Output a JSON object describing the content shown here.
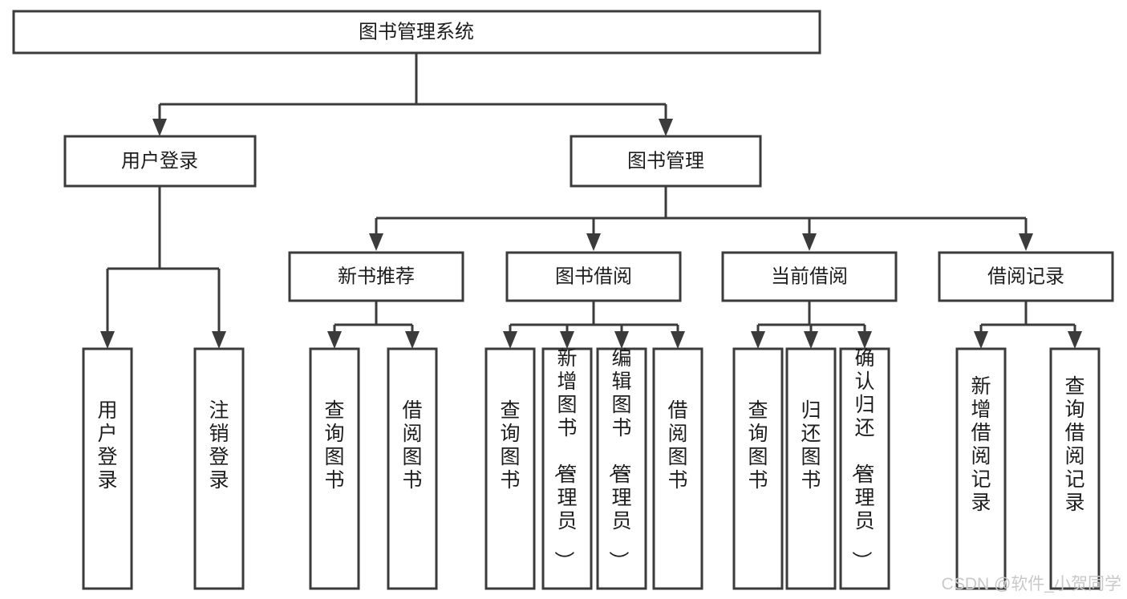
{
  "diagram": {
    "title": "图书管理系统",
    "type": "tree-hierarchy-chart",
    "root": {
      "label": "图书管理系统"
    },
    "level2": [
      {
        "label": "用户登录"
      },
      {
        "label": "图书管理"
      }
    ],
    "level3": [
      {
        "label": "新书推荐",
        "parent": "图书管理"
      },
      {
        "label": "图书借阅",
        "parent": "图书管理"
      },
      {
        "label": "当前借阅",
        "parent": "图书管理"
      },
      {
        "label": "借阅记录",
        "parent": "图书管理"
      }
    ],
    "leaves": {
      "user_login": [
        {
          "label": "用户登录"
        },
        {
          "label": "注销登录"
        }
      ],
      "new_book_recommend": [
        {
          "label": "查询图书"
        },
        {
          "label": "借阅图书"
        }
      ],
      "book_borrow": [
        {
          "label": "查询图书"
        },
        {
          "label": "新增图书（管理员）"
        },
        {
          "label": "编辑图书（管理员）"
        },
        {
          "label": "借阅图书"
        }
      ],
      "current_borrow": [
        {
          "label": "查询图书"
        },
        {
          "label": "归还图书"
        },
        {
          "label": "确认归还（管理员）"
        }
      ],
      "borrow_record": [
        {
          "label": "新增借阅记录"
        },
        {
          "label": "查询借阅记录"
        }
      ]
    }
  },
  "watermark": {
    "text": "CSDN @软件_小贺同学"
  },
  "colors": {
    "stroke": "#3b3b3b",
    "box_fill": "#ffffff",
    "text": "#1d1d1d",
    "watermark": "#c9c9c9",
    "background": "#ffffff"
  }
}
